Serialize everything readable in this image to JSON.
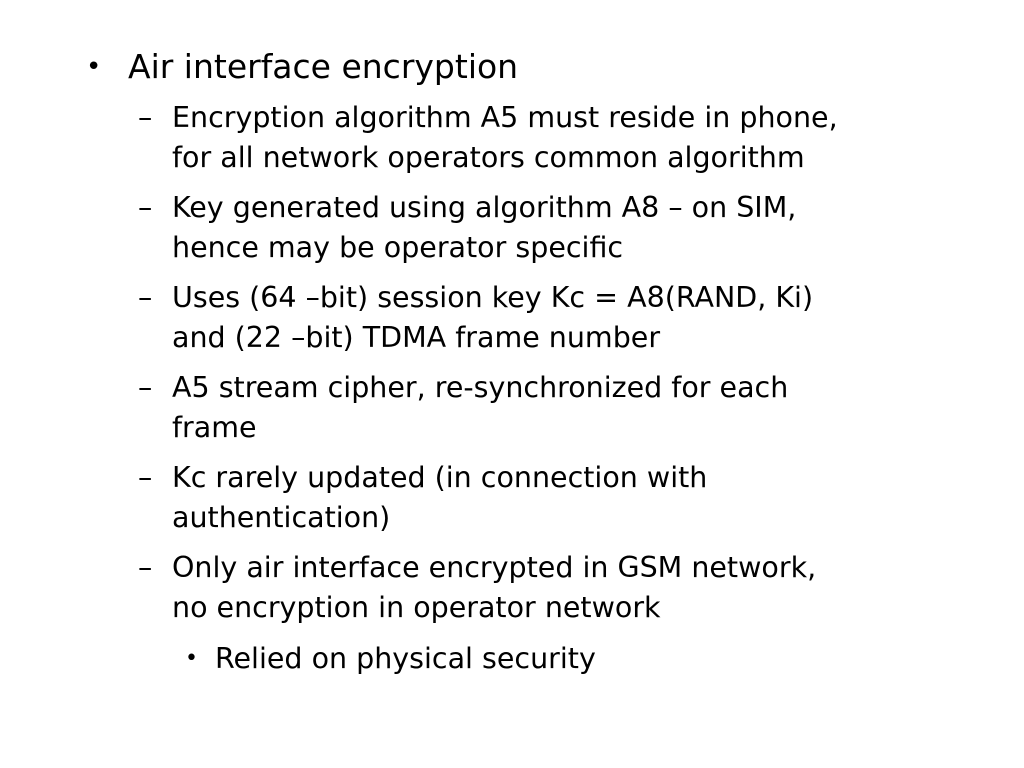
{
  "slide": {
    "bullet_symbol": "•",
    "dash_symbol": "–",
    "main_point": "Air interface encryption",
    "sub_points": [
      {
        "lines": [
          "Encryption algorithm A5 must reside in phone,",
          "for all network operators common algorithm"
        ]
      },
      {
        "lines": [
          "Key generated using algorithm A8 – on SIM,",
          "hence may be operator specific"
        ]
      },
      {
        "lines": [
          "Uses (64 –bit) session key Kc = A8(RAND, Ki)",
          "and (22 –bit) TDMA frame number"
        ]
      },
      {
        "lines": [
          "A5 stream cipher, re-synchronized for each",
          "frame"
        ]
      },
      {
        "lines": [
          "Kc rarely updated (in connection with",
          "authentication)"
        ]
      },
      {
        "lines": [
          "Only air interface encrypted in GSM network,",
          "no encryption in operator network"
        ]
      }
    ],
    "sub_sub_point": "Relied on physical security"
  }
}
